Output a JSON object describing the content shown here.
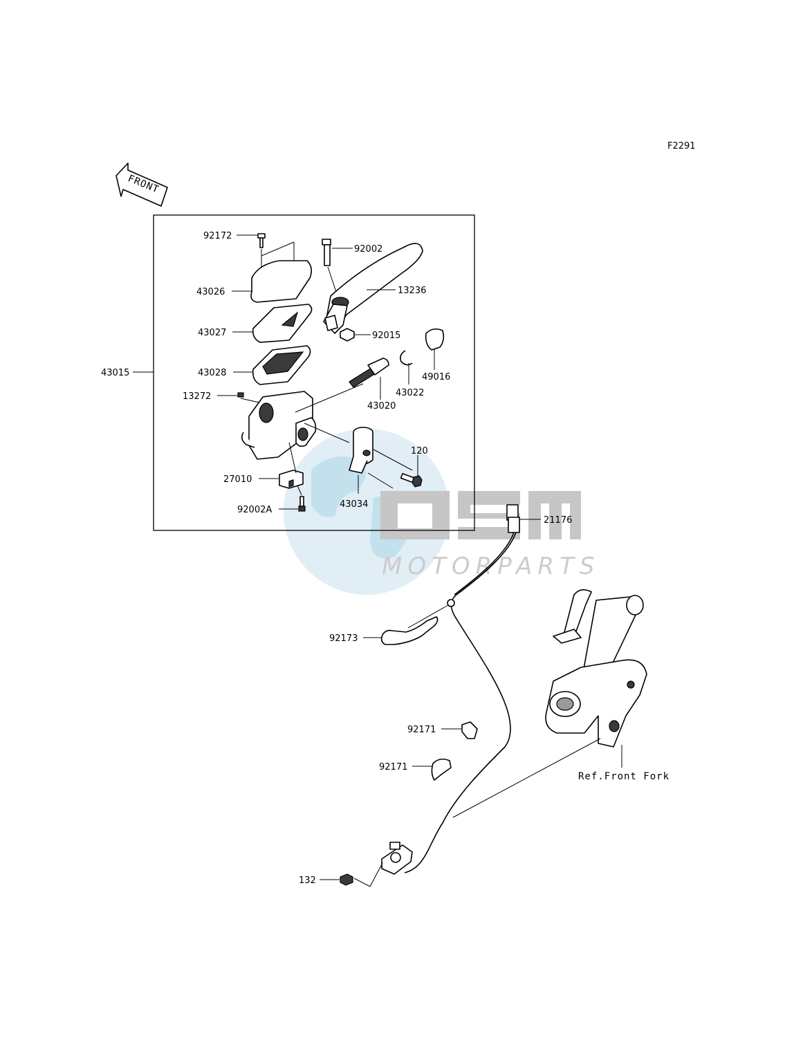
{
  "figure_code": "F2291",
  "front_label": "FRONT",
  "watermark": {
    "brand": "OSM",
    "sub": "MOTORPARTS"
  },
  "reference_label": "Ref.Front Fork",
  "parts": {
    "p92172": "92172",
    "p92002": "92002",
    "p43026": "43026",
    "p13236": "13236",
    "p43027": "43027",
    "p92015": "92015",
    "p43028": "43028",
    "p49016": "49016",
    "p43015": "43015",
    "p43022": "43022",
    "p13272": "13272",
    "p43020": "43020",
    "p120": "120",
    "p27010": "27010",
    "p43034": "43034",
    "p92002A": "92002A",
    "p21176": "21176",
    "p92173": "92173",
    "p92171a": "92171",
    "p92171b": "92171",
    "p132": "132"
  }
}
